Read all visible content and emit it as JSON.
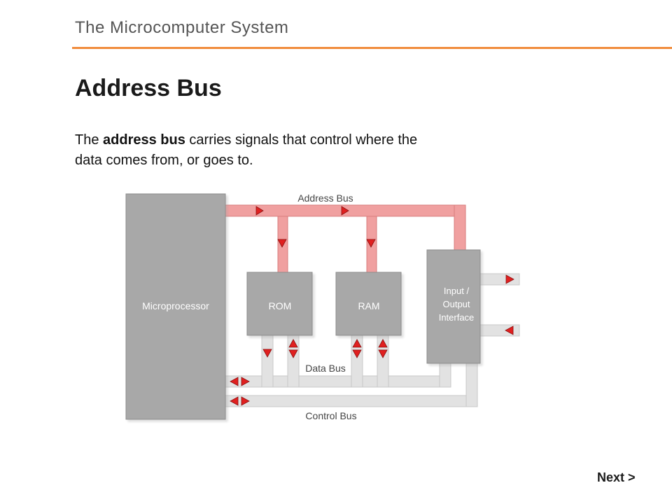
{
  "header": {
    "title": "The Microcomputer System"
  },
  "page": {
    "title": "Address Bus",
    "description": {
      "before": "The ",
      "bold": "address bus",
      "after": " carries signals that control where the data comes from, or goes to."
    }
  },
  "diagram": {
    "components": {
      "microprocessor": "Microprocessor",
      "rom": "ROM",
      "ram": "RAM",
      "io_line1": "Input /",
      "io_line2": "Output",
      "io_line3": "Interface"
    },
    "buses": {
      "address": "Address Bus",
      "data": "Data Bus",
      "control": "Control Bus"
    },
    "colors": {
      "address_bus": "#f0a0a0",
      "address_bus_edge": "#d77c7c",
      "component_fill": "#a8a8a8",
      "bus_gray": "#e2e2e2",
      "arrow": "#e02020"
    }
  },
  "navigation": {
    "next_label": "Next >"
  }
}
